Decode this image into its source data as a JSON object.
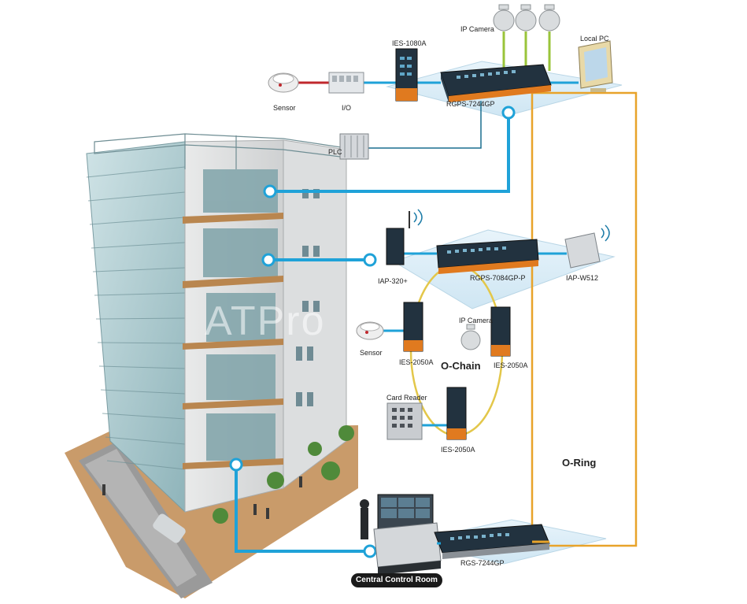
{
  "watermark": "ATPro",
  "labels": {
    "ip_camera_top": "IP Camera",
    "local_pc": "Local  PC",
    "ies_1080a": "IES-1080A",
    "sensor_top": "Sensor",
    "io": "I/O",
    "rgps_7244gp": "RGPS-7244GP",
    "plc": "PLC",
    "iap_320": "IAP-320+",
    "rgps_7084gp_p": "RGPS-7084GP-P",
    "iap_w512": "IAP-W512",
    "ip_camera_mid": "IP Camera",
    "sensor_mid": "Sensor",
    "ies_2050a_left": "IES-2050A",
    "o_chain": "O-Chain",
    "ies_2050a_right": "IES-2050A",
    "card_reader": "Card Reader",
    "ies_2050a_bottom": "IES-2050A",
    "o_ring": "O-Ring",
    "rgs_7244gp": "RGS-7244GP",
    "central_control_room": "Central Control Room"
  },
  "colors": {
    "link_cyan": "#1fa2d8",
    "ring_orange": "#e8a32a",
    "chain_yellow": "#e3c74a",
    "camera_green": "#9ac43a",
    "io_red": "#c0282d",
    "platform": "#d9ecf6",
    "device_dark": "#22323f",
    "building_glass": "#a8c8cc"
  }
}
